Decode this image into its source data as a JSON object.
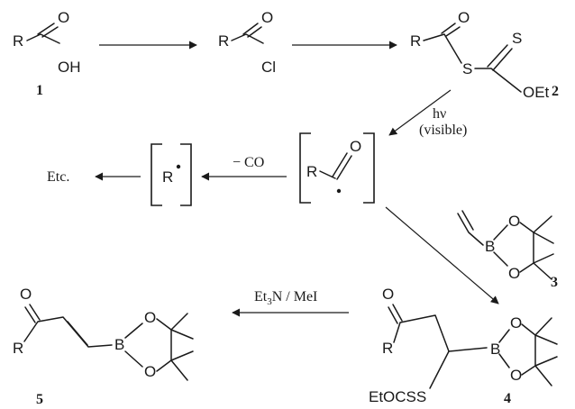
{
  "compounds": {
    "c1": {
      "number": "1",
      "r": "R",
      "o": "O",
      "oh": "OH"
    },
    "acid_chloride": {
      "r": "R",
      "o": "O",
      "cl": "Cl"
    },
    "c2": {
      "number": "2",
      "r": "R",
      "o": "O",
      "s_bridge": "S",
      "s_thione": "S",
      "oet": "OEt"
    },
    "alkyl_radical": {
      "r": "R"
    },
    "acyl_radical": {
      "r": "R",
      "o": "O"
    },
    "c3": {
      "number": "3",
      "b": "B",
      "o_top": "O",
      "o_bottom": "O"
    },
    "c4": {
      "number": "4",
      "r": "R",
      "o": "O",
      "b": "B",
      "o_top": "O",
      "o_bottom": "O",
      "xanthate": "EtOCSS"
    },
    "c5": {
      "number": "5",
      "r": "R",
      "o": "O",
      "b": "B",
      "o_top": "O",
      "o_bottom": "O"
    }
  },
  "conditions": {
    "photolysis_main": "hν",
    "photolysis_note": "(visible)",
    "decarbonylation": "− CO",
    "elimination_reagent": "Et",
    "elimination_sub": "3",
    "elimination_rest": "N / MeI",
    "continuation": "Etc."
  }
}
